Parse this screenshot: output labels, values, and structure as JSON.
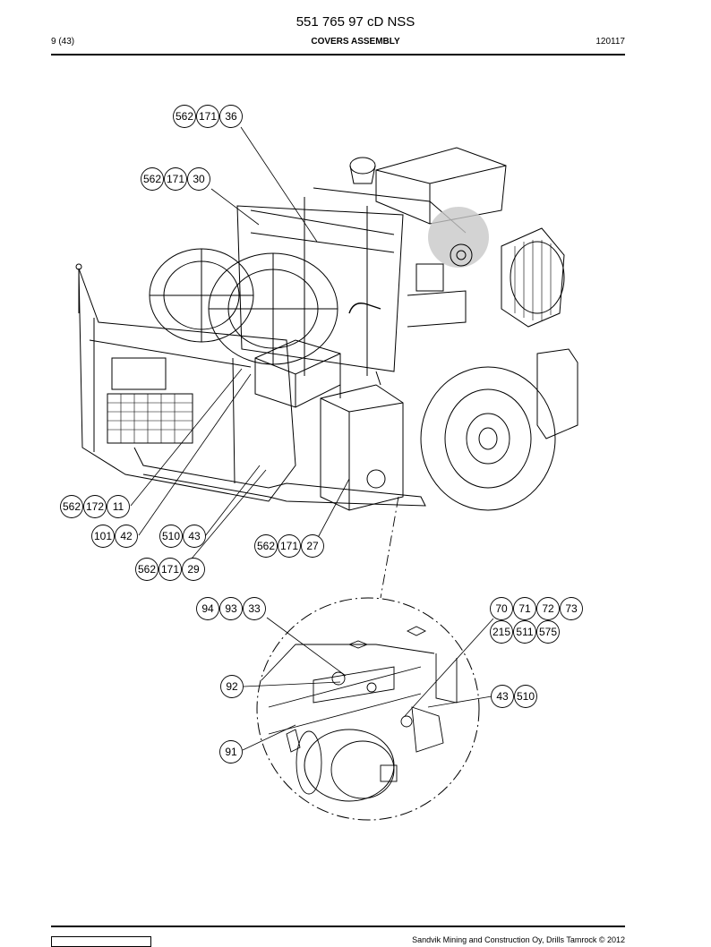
{
  "header": {
    "doc_number": "551 765 97 cD NSS",
    "page": "9 (43)",
    "title": "COVERS ASSEMBLY",
    "date": "120117"
  },
  "callouts": {
    "g36": [
      "562",
      "171",
      "36"
    ],
    "g30": [
      "562",
      "171",
      "30"
    ],
    "g11": [
      "562",
      "172",
      "11"
    ],
    "g42": [
      "101",
      "42"
    ],
    "g43": [
      "510",
      "43"
    ],
    "g27": [
      "562",
      "171",
      "27"
    ],
    "g29": [
      "562",
      "171",
      "29"
    ],
    "g33": [
      "94",
      "93",
      "33"
    ],
    "g70a": [
      "70",
      "71",
      "72",
      "73"
    ],
    "g70b": [
      "215",
      "511",
      "575"
    ],
    "g92": [
      "92"
    ],
    "g43b": [
      "43",
      "510"
    ],
    "g91": [
      "91"
    ]
  },
  "footer": {
    "copyright": "Sandvik Mining and Construction Oy, Drills Tamrock © 2012"
  }
}
